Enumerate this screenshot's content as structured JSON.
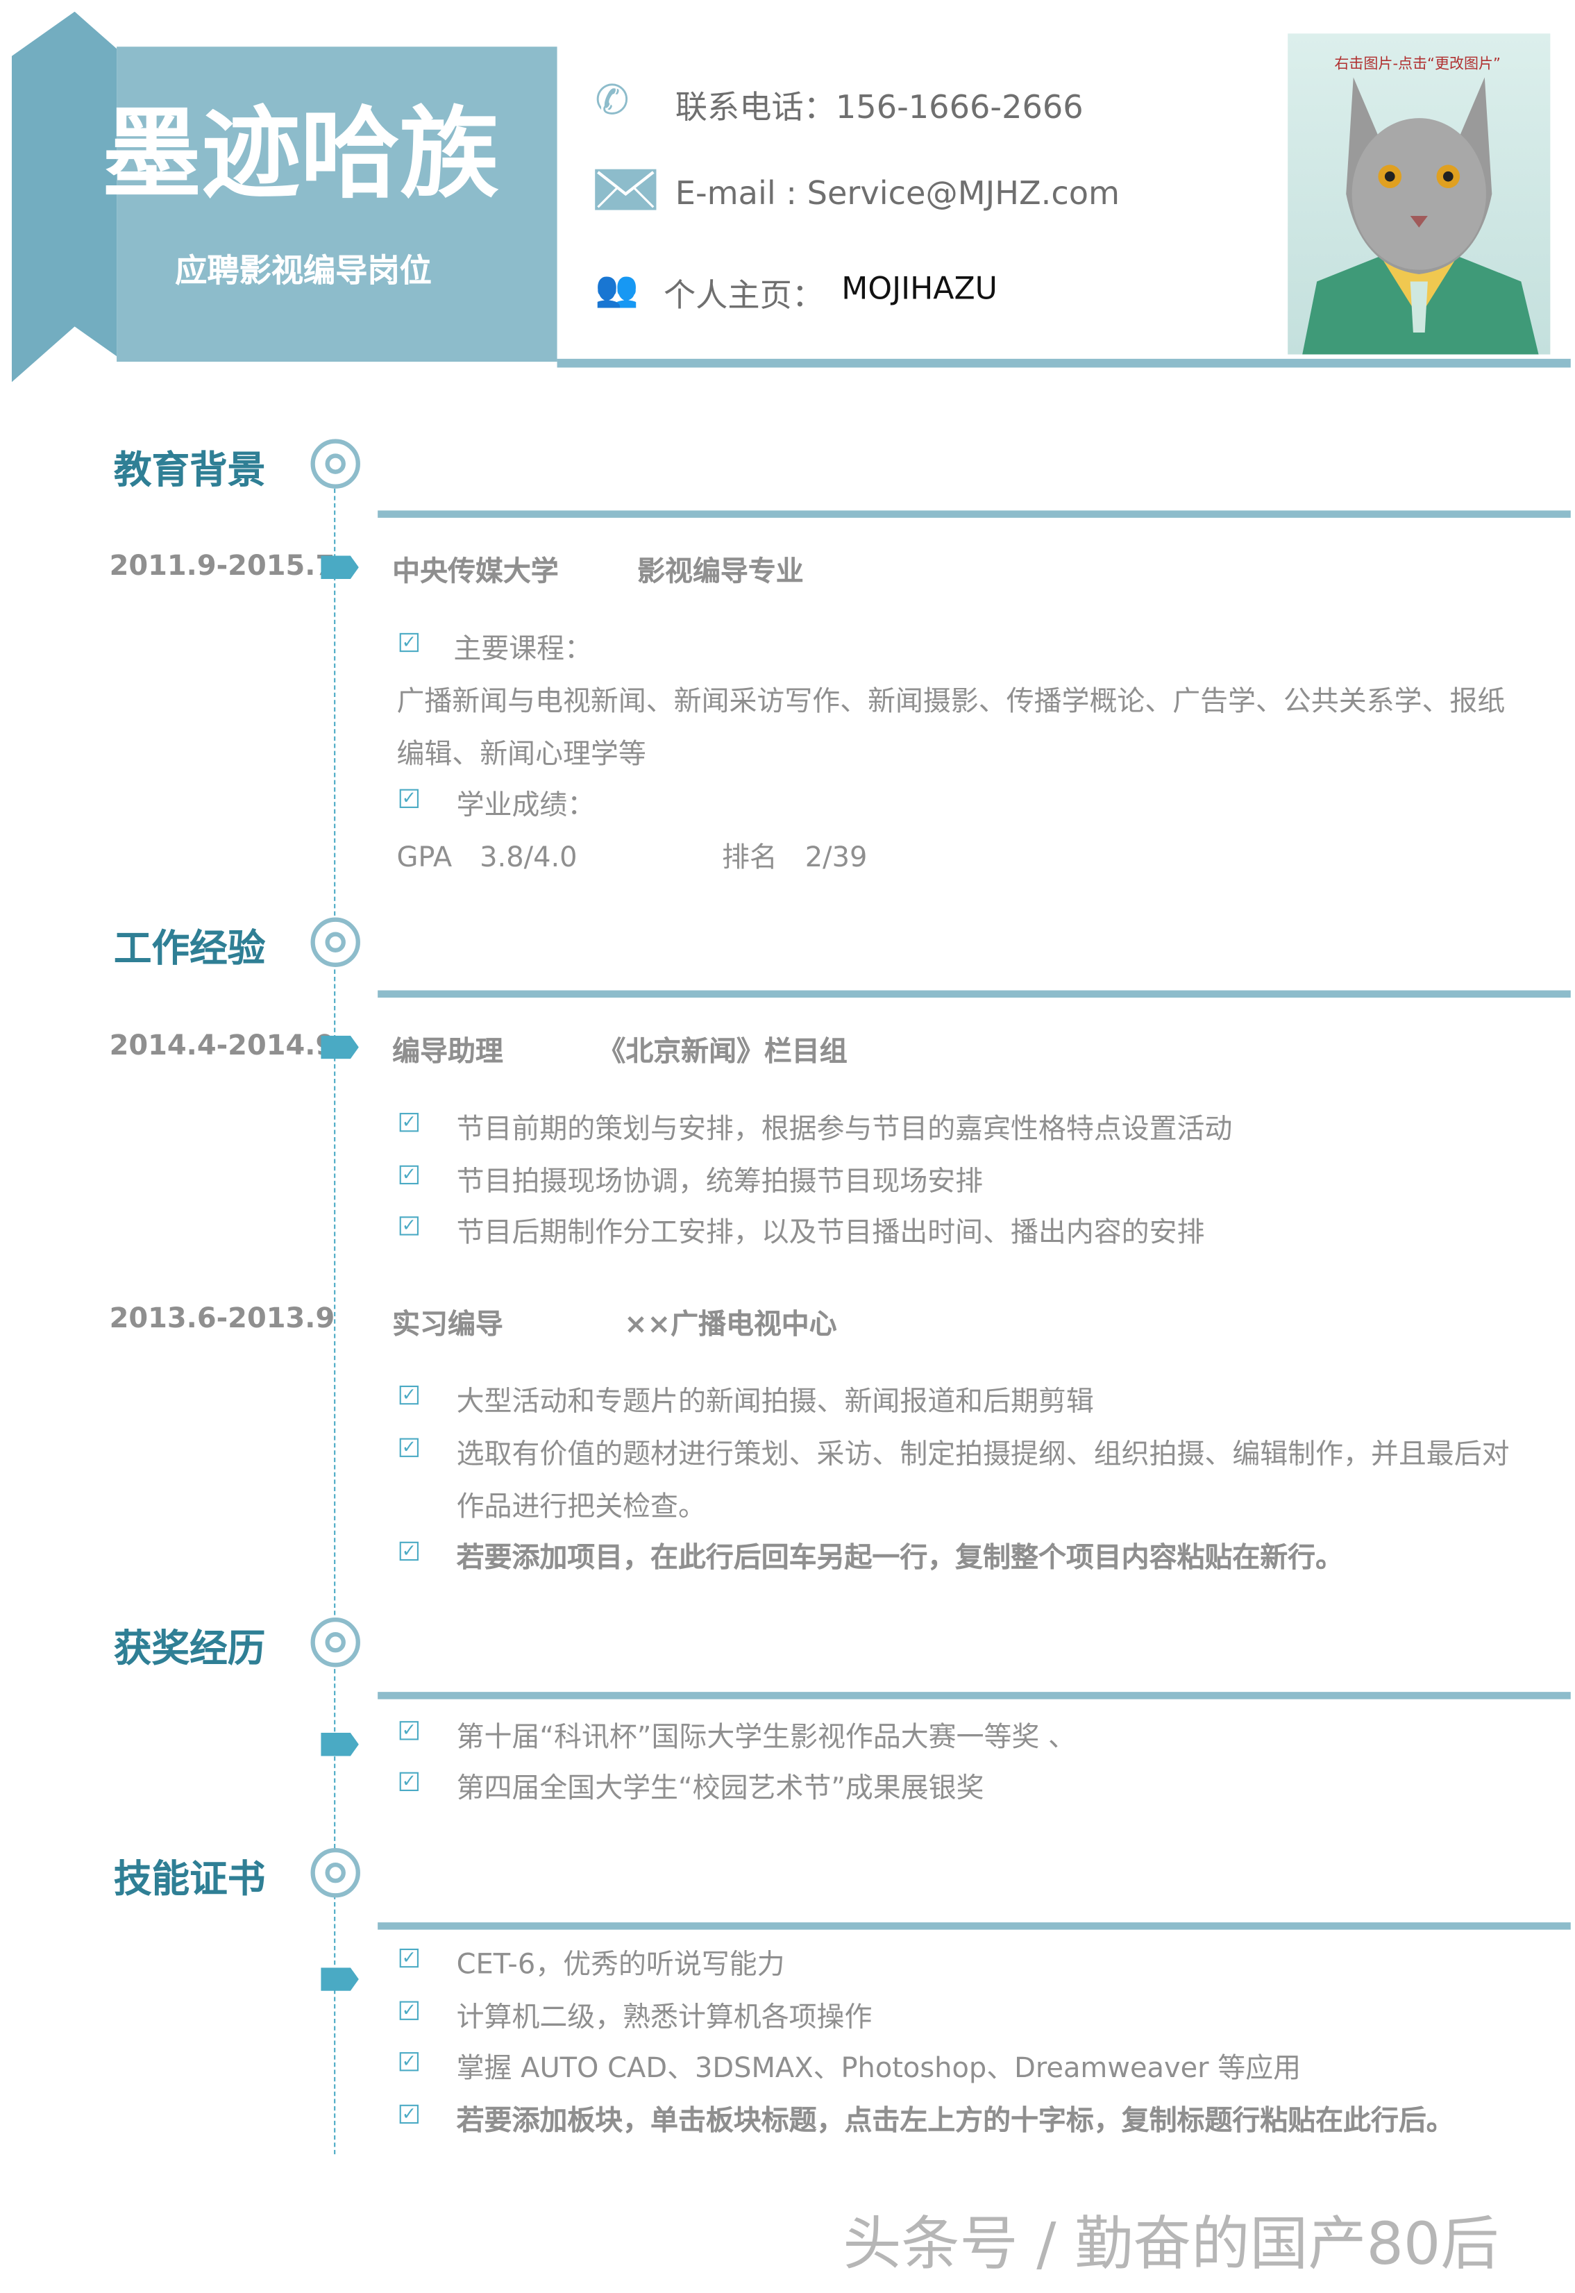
{
  "header": {
    "name": "墨迹哈族",
    "position": "应聘影视编导岗位",
    "phone": "联系电话：156-1666-2666",
    "email": "E-mail : Service@MJHZ.com",
    "homepage_label": "个人主页：",
    "homepage_value": "MOJIHAZU",
    "photo_hint": "右击图片-点击“更改图片”"
  },
  "colors": {
    "accent": "#8dbccb",
    "title": "#2f7f95",
    "marker": "#4aaac4"
  },
  "education": {
    "title": "教育背景",
    "date": "2011.9-2015.7",
    "school": "中央传媒大学",
    "major": "影视编导专业",
    "courses_label": "主要课程：",
    "courses_line1": "广播新闻与电视新闻、新闻采访写作、新闻摄影、传播学概论、广告学、公共关系学、报纸",
    "courses_line2": "编辑、新闻心理学等",
    "grades_label": "学业成绩：",
    "gpa": "GPA　3.8/4.0",
    "rank": "排名　2/39"
  },
  "work": {
    "title": "工作经验",
    "jobs": [
      {
        "date": "2014.4-2014.9",
        "role": "编导助理",
        "org": "《北京新闻》栏目组",
        "items": [
          "节目前期的策划与安排，根据参与节目的嘉宾性格特点设置活动",
          "节目拍摄现场协调，统筹拍摄节目现场安排",
          "节目后期制作分工安排，以及节目播出时间、播出内容的安排"
        ]
      },
      {
        "date": "2013.6-2013.9",
        "role": "实习编导",
        "org": "××广播电视中心",
        "items": [
          "大型活动和专题片的新闻拍摄、新闻报道和后期剪辑",
          "选取有价值的题材进行策划、采访、制定拍摄提纲、组织拍摄、编辑制作，并且最后对",
          "作品进行把关检查。",
          "若要添加项目，在此行后回车另起一行，复制整个项目内容粘贴在新行。"
        ]
      }
    ]
  },
  "awards": {
    "title": "获奖经历",
    "items": [
      "第十届“科讯杯”国际大学生影视作品大赛一等奖 、",
      "第四届全国大学生“校园艺术节”成果展银奖"
    ]
  },
  "skills": {
    "title": "技能证书",
    "items": [
      "CET-6，优秀的听说写能力",
      "计算机二级，熟悉计算机各项操作",
      "掌握 AUTO CAD、3DSMAX、Photoshop、Dreamweaver 等应用",
      "若要添加板块，单击板块标题，点击左上方的十字标，复制标题行粘贴在此行后。"
    ]
  },
  "watermark": "头条号 / 勤奋的国产80后"
}
